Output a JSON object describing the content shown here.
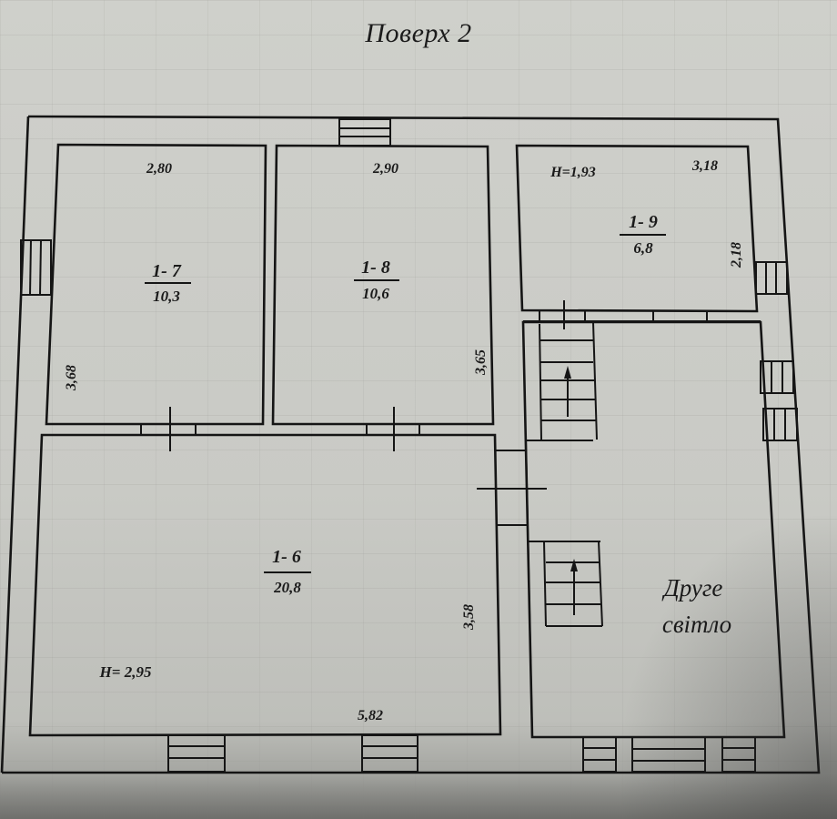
{
  "title": "Поверх 2",
  "rooms": {
    "r1_7": {
      "id": "1- 7",
      "area": "10,3",
      "width": "2,80",
      "length": "3,68"
    },
    "r1_8": {
      "id": "1- 8",
      "area": "10,6",
      "width": "2,90",
      "length": "3,65"
    },
    "r1_9": {
      "id": "1- 9",
      "area": "6,8",
      "width": "3,18",
      "length": "2,18",
      "height": "H=1,93"
    },
    "r1_6": {
      "id": "1- 6",
      "area": "20,8",
      "width": "5,82",
      "length": "3,58",
      "height": "H= 2,95"
    },
    "second_light": {
      "line1": "Друге",
      "line2": "світло"
    }
  },
  "colors": {
    "ink": "#151515",
    "paper": "#cfd0cb"
  }
}
